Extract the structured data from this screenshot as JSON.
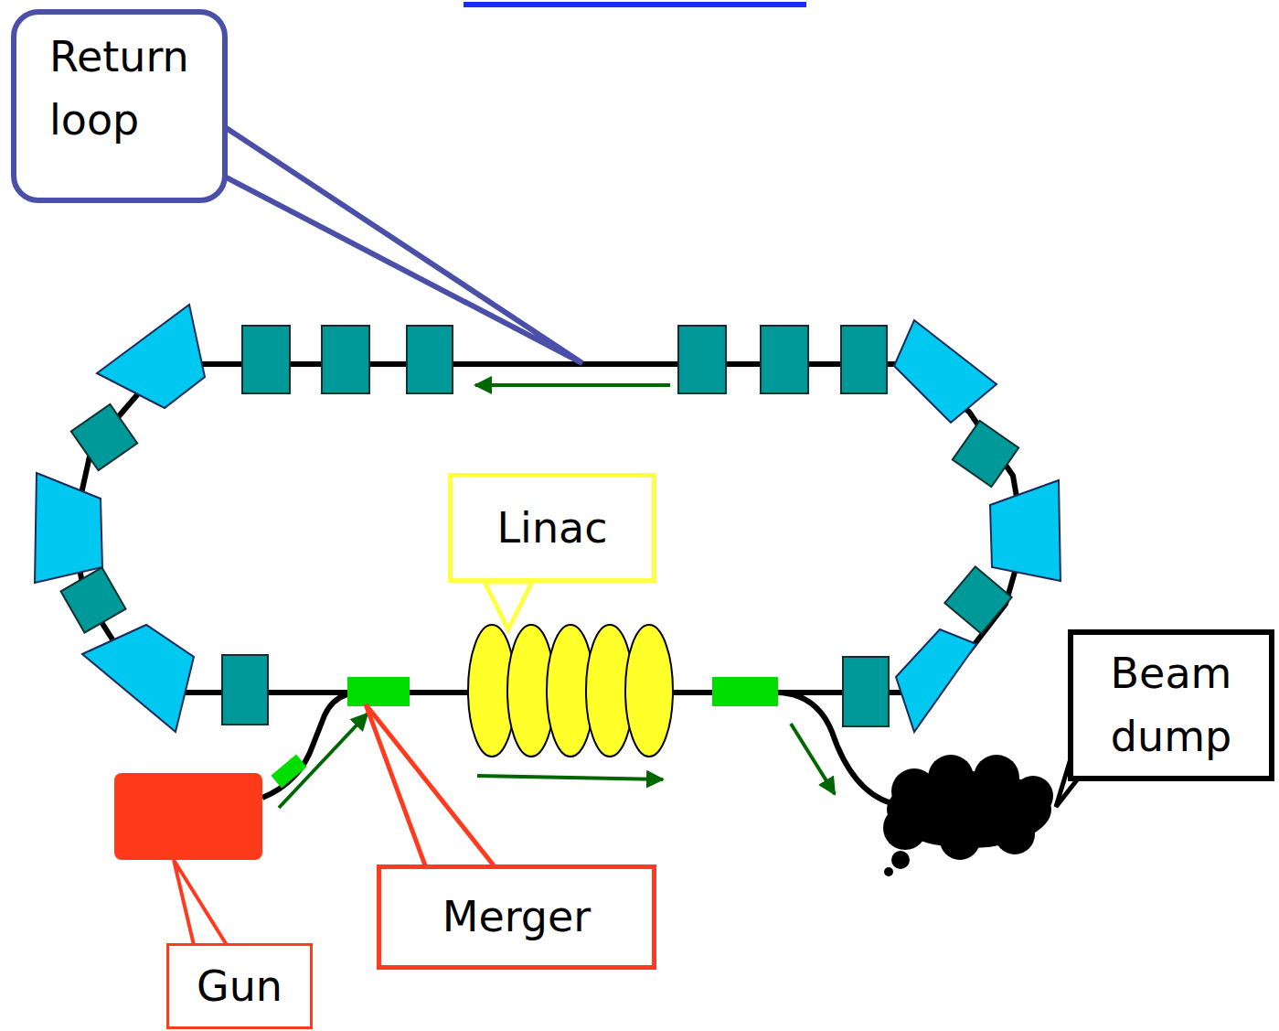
{
  "diagram": {
    "nodes": [
      {
        "text": [
          "Return loop"
        ]
      },
      {
        "text": [
          "Linac"
        ]
      },
      {
        "text": [
          "Beam dump"
        ]
      },
      {
        "text": [
          "Merger"
        ]
      },
      {
        "text": [
          "Gun"
        ]
      }
    ]
  }
}
